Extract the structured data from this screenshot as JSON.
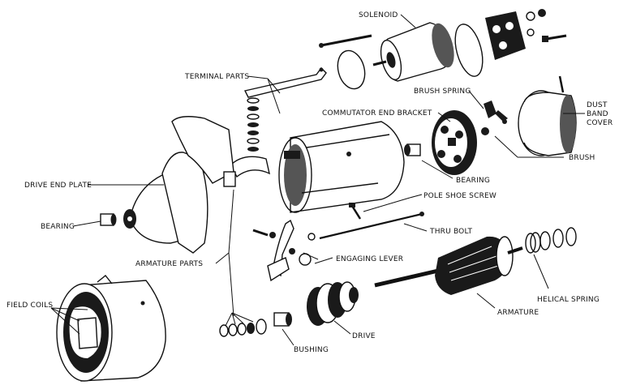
{
  "labels": {
    "solenoid": "SOLENOID",
    "terminal_parts": "TERMINAL PARTS",
    "brush_spring": "BRUSH SPRING",
    "dust_band_cover": [
      "DUST",
      "BAND",
      "COVER"
    ],
    "commutator_end_bracket": "COMMUTATOR END BRACKET",
    "brush": "BRUSH",
    "drive_end_plate": "DRIVE END PLATE",
    "bearing_right": "BEARING",
    "pole_shoe_screw": "POLE SHOE SCREW",
    "bearing_left": "BEARING",
    "thru_bolt": "THRU BOLT",
    "armature_parts": "ARMATURE PARTS",
    "engaging_lever": "ENGAGING LEVER",
    "helical_spring": "HELICAL SPRING",
    "field_coils": "FIELD COILS",
    "armature": "ARMATURE",
    "drive": "DRIVE",
    "bushing": "BUSHING"
  }
}
